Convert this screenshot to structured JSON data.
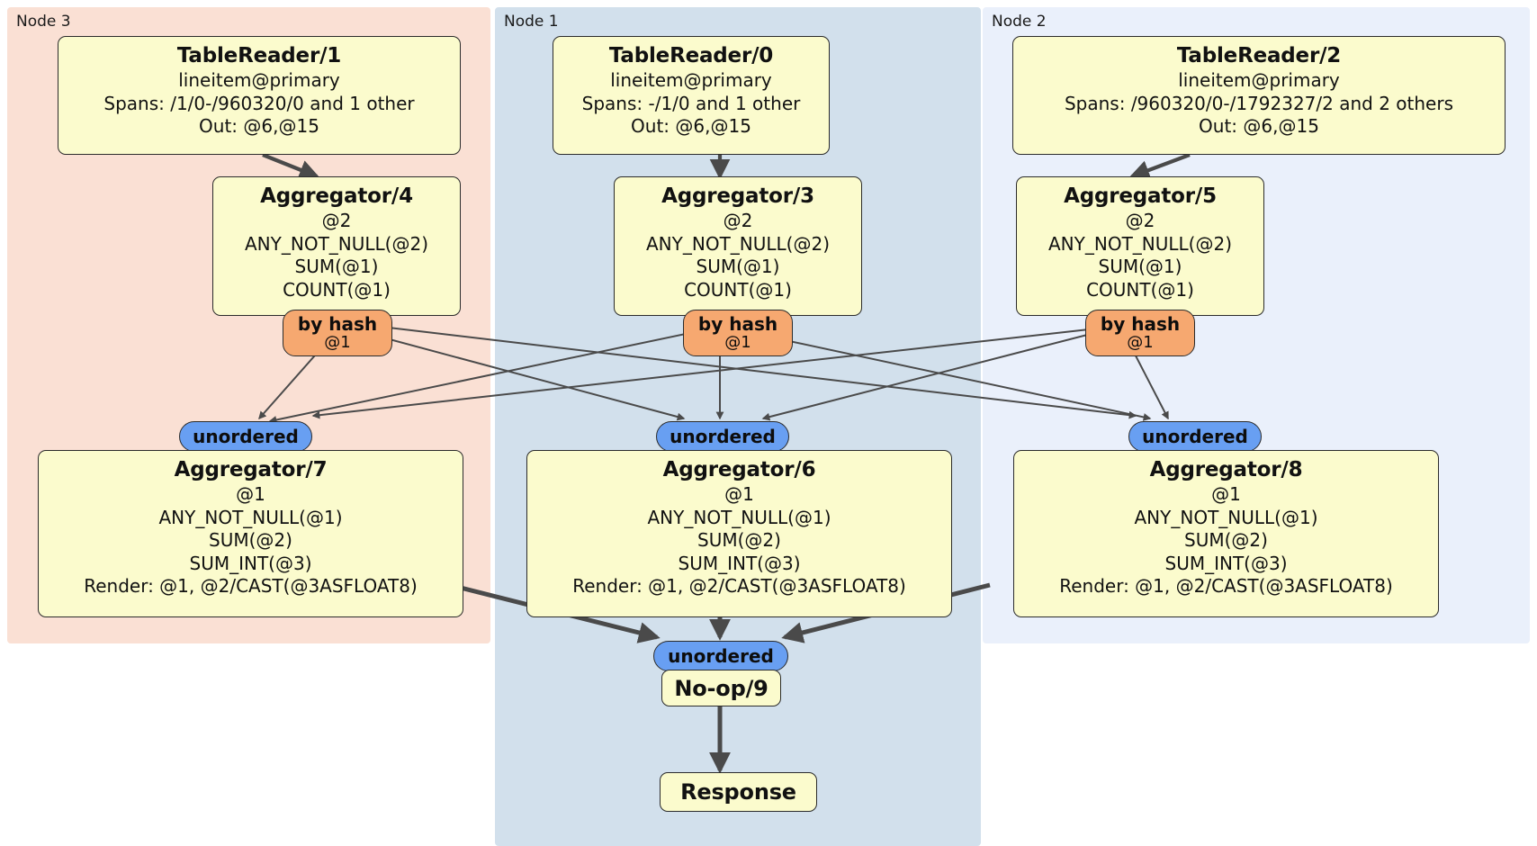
{
  "diagram": {
    "type": "distributed-query-plan",
    "colors": {
      "node3_panel": "#fae0d4",
      "node1_panel": "#d2e0ec",
      "node2_panel": "#eaf0fb",
      "processor_fill": "#fbfbcd",
      "router_fill": "#f6a870",
      "synchronizer_fill": "#689ff2",
      "stroke": "#2b2b2b",
      "edge": "#4a4a4a"
    }
  },
  "panels": [
    {
      "id": "node3",
      "label": "Node 3"
    },
    {
      "id": "node1",
      "label": "Node 1"
    },
    {
      "id": "node2",
      "label": "Node 2"
    }
  ],
  "processors": {
    "table_reader_1": {
      "title": "TableReader/1",
      "lines": [
        "lineitem@primary",
        "Spans: /1/0-/960320/0 and 1 other",
        "Out: @6,@15"
      ]
    },
    "table_reader_0": {
      "title": "TableReader/0",
      "lines": [
        "lineitem@primary",
        "Spans: -/1/0 and 1 other",
        "Out: @6,@15"
      ]
    },
    "table_reader_2": {
      "title": "TableReader/2",
      "lines": [
        "lineitem@primary",
        "Spans: /960320/0-/1792327/2 and 2 others",
        "Out: @6,@15"
      ]
    },
    "aggregator_4": {
      "title": "Aggregator/4",
      "lines": [
        "@2",
        "ANY_NOT_NULL(@2)",
        "SUM(@1)",
        "COUNT(@1)"
      ]
    },
    "aggregator_3": {
      "title": "Aggregator/3",
      "lines": [
        "@2",
        "ANY_NOT_NULL(@2)",
        "SUM(@1)",
        "COUNT(@1)"
      ]
    },
    "aggregator_5": {
      "title": "Aggregator/5",
      "lines": [
        "@2",
        "ANY_NOT_NULL(@2)",
        "SUM(@1)",
        "COUNT(@1)"
      ]
    },
    "aggregator_7": {
      "title": "Aggregator/7",
      "lines": [
        "@1",
        "ANY_NOT_NULL(@1)",
        "SUM(@2)",
        "SUM_INT(@3)",
        "Render: @1, @2/CAST(@3ASFLOAT8)"
      ]
    },
    "aggregator_6": {
      "title": "Aggregator/6",
      "lines": [
        "@1",
        "ANY_NOT_NULL(@1)",
        "SUM(@2)",
        "SUM_INT(@3)",
        "Render: @1, @2/CAST(@3ASFLOAT8)"
      ]
    },
    "aggregator_8": {
      "title": "Aggregator/8",
      "lines": [
        "@1",
        "ANY_NOT_NULL(@1)",
        "SUM(@2)",
        "SUM_INT(@3)",
        "Render: @1, @2/CAST(@3ASFLOAT8)"
      ]
    },
    "noop_9": {
      "title": "No-op/9",
      "lines": []
    },
    "response": {
      "title": "Response",
      "lines": []
    }
  },
  "routers": {
    "by_hash_left": {
      "label": "by hash",
      "sub": "@1"
    },
    "by_hash_center": {
      "label": "by hash",
      "sub": "@1"
    },
    "by_hash_right": {
      "label": "by hash",
      "sub": "@1"
    }
  },
  "synchronizers": {
    "unordered_left": {
      "label": "unordered"
    },
    "unordered_center": {
      "label": "unordered"
    },
    "unordered_right": {
      "label": "unordered"
    },
    "unordered_final": {
      "label": "unordered"
    }
  }
}
